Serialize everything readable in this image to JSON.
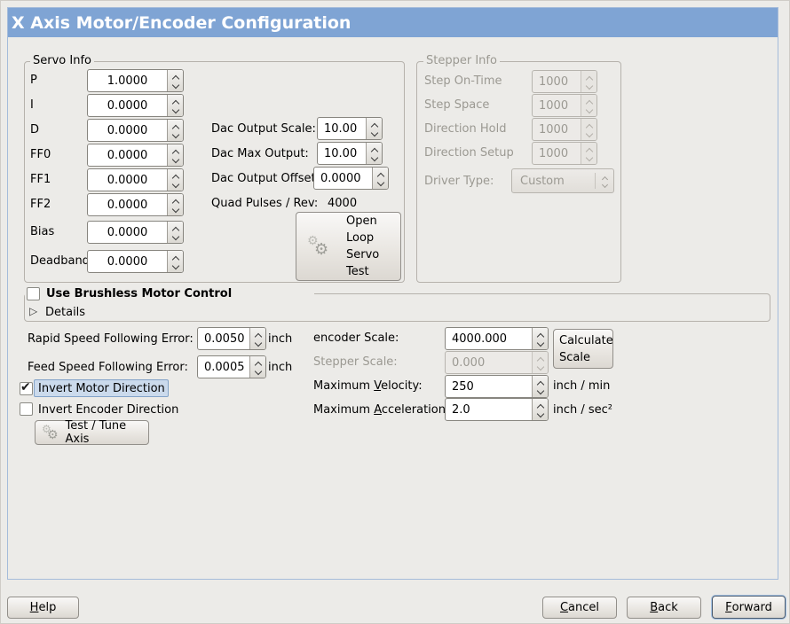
{
  "window": {
    "title": "X Axis Motor/Encoder Configuration"
  },
  "colors": {
    "titlebar_blue": "#7fa4d4",
    "panel_border_blue": "#a5bcda",
    "selection_highlight_bg": "#cbdaec",
    "selection_highlight_border": "#82a3c9",
    "disabled_text": "#9b9992"
  },
  "icons": {
    "gears": "⚙⚙",
    "expander_collapsed": "▷",
    "checkmark": "✔",
    "spin_arrows": "chevron-up / chevron-down"
  },
  "servo": {
    "legend": "Servo Info",
    "rows": [
      {
        "label": "P",
        "value": "1.0000"
      },
      {
        "label": "I",
        "value": "0.0000"
      },
      {
        "label": "D",
        "value": "0.0000"
      },
      {
        "label": "FF0",
        "value": "0.0000"
      },
      {
        "label": "FF1",
        "value": "0.0000"
      },
      {
        "label": "FF2",
        "value": "0.0000"
      },
      {
        "label": "Bias",
        "value": "0.0000"
      },
      {
        "label": "Deadband",
        "value": "0.0000"
      }
    ],
    "dac": {
      "scale_label": "Dac Output Scale:",
      "scale_value": "10.00",
      "max_label": "Dac Max Output:",
      "max_value": "10.00",
      "offset_label": "Dac Output Offset:",
      "offset_value": "0.0000",
      "quad_label": "Quad Pulses / Rev:",
      "quad_value": "4000"
    },
    "open_loop_button": "Open Loop Servo Test"
  },
  "stepper": {
    "legend": "Stepper Info",
    "rows": [
      {
        "label": "Step On-Time",
        "value": "1000"
      },
      {
        "label": "Step Space",
        "value": "1000"
      },
      {
        "label": "Direction Hold",
        "value": "1000"
      },
      {
        "label": "Direction Setup",
        "value": "1000"
      }
    ],
    "driver_type_label": "Driver Type:",
    "driver_type_value": "Custom"
  },
  "brushless": {
    "checkbox_label": "Use Brushless Motor Control",
    "checked": false,
    "details_label": "Details"
  },
  "following_error": {
    "rapid_label": "Rapid Speed Following Error:",
    "rapid_value": "0.0050",
    "rapid_unit": "inch",
    "feed_label": "Feed Speed Following Error:",
    "feed_value": "0.0005",
    "feed_unit": "inch"
  },
  "scale": {
    "encoder_label": "encoder Scale:",
    "encoder_value": "4000.000",
    "calculate_button": "Calculate Scale",
    "stepper_label": "Stepper Scale:",
    "stepper_value": "0.000",
    "velocity_label": "Maximum Velocity:",
    "velocity_value": "250",
    "velocity_unit": "inch / min",
    "accel_label": "Maximum Acceleration:",
    "accel_value": "2.0",
    "accel_unit": "inch / sec²"
  },
  "invert": {
    "motor_label": "Invert Motor Direction",
    "motor_checked": true,
    "encoder_label": "Invert Encoder Direction",
    "encoder_checked": false
  },
  "test_tune_button": "Test / Tune Axis",
  "footer": {
    "help": "Help",
    "cancel": "Cancel",
    "back": "Back",
    "forward": "Forward"
  }
}
